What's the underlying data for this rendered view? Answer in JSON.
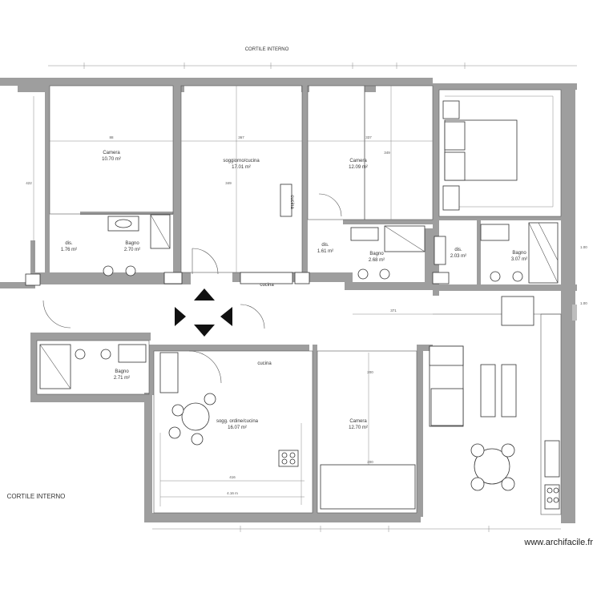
{
  "header": {
    "courtyard_top": "CORTILE INTERNO"
  },
  "rooms": {
    "camera_1": {
      "name": "Camera",
      "area": "10.70 m²"
    },
    "soggiorno_1": {
      "name": "soggiorno/cucina",
      "area": "17.01 m²"
    },
    "camera_2": {
      "name": "Camera",
      "area": "12.09 m²"
    },
    "dis_1": {
      "name": "dis.",
      "area": "1.76 m²"
    },
    "bagno_1": {
      "name": "Bagno",
      "area": "2.70 m²"
    },
    "dis_2": {
      "name": "dis.",
      "area": "1.61 m²"
    },
    "bagno_2": {
      "name": "Bagno",
      "area": "2.68 m²"
    },
    "dis_3": {
      "name": "dis.",
      "area": "2.03 m²"
    },
    "bagno_3": {
      "name": "Bagno",
      "area": "3.07 m²"
    },
    "bagno_4": {
      "name": "Bagno",
      "area": "2.71 m²"
    },
    "soggiorno_2": {
      "name": "sogg. ordine/cucina",
      "area": "16.07 m²"
    },
    "camera_3": {
      "name": "Camera",
      "area": "12.70 m²"
    }
  },
  "labels": {
    "cucina_1": "cucina",
    "cucina_2": "cucina",
    "cucina_3": "cucina",
    "courtyard_bottom": "CORTILE INTERNO"
  },
  "dimensions": {
    "d_88": "88",
    "d_367": "367",
    "d_337": "337",
    "d_422": "422",
    "d_349": "349",
    "d_349b": "349",
    "d_416": "416",
    "d_416b": "4.16 m",
    "d_200": "200",
    "d_200b": "200",
    "d_100a": "1.00",
    "d_100b": "1.00",
    "d_371": "371"
  },
  "watermark": "www.archifacile.fr"
}
